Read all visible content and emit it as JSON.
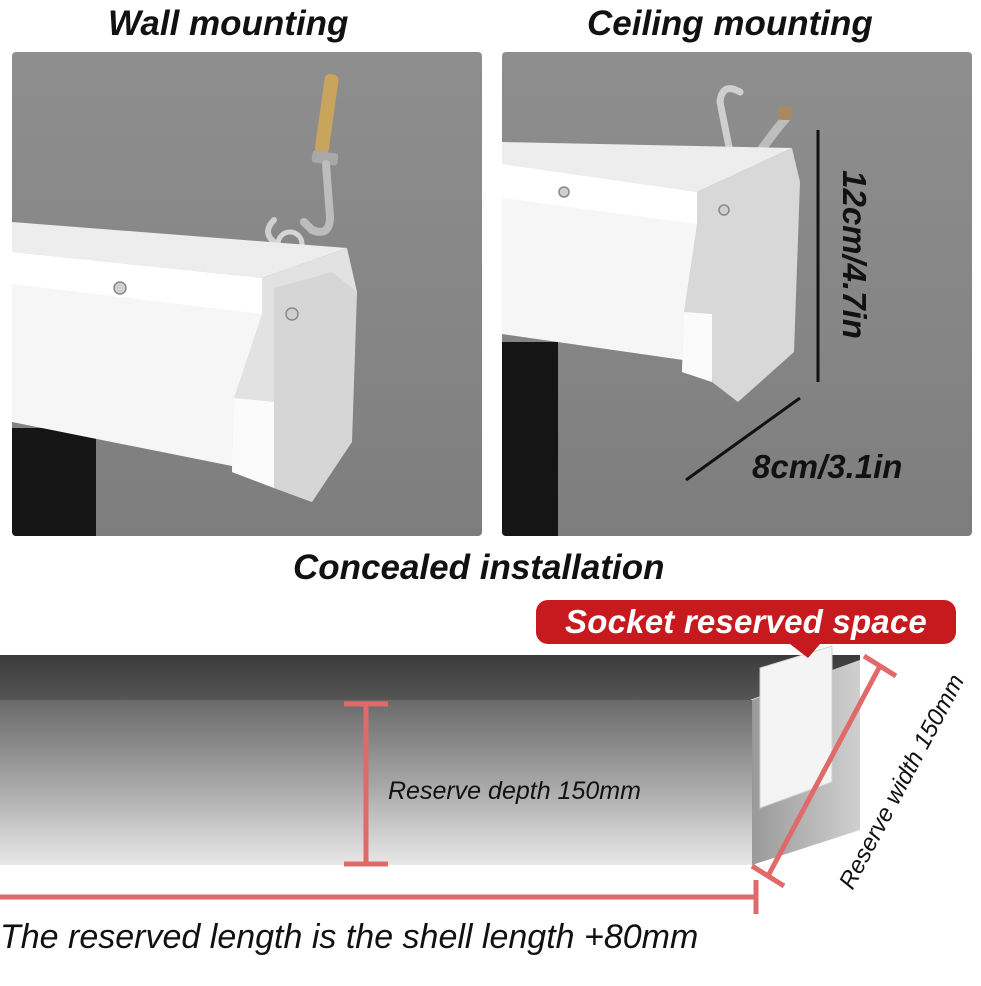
{
  "headings": {
    "wall": "Wall mounting",
    "ceiling": "Ceiling mounting",
    "concealed": "Concealed installation"
  },
  "dimensions": {
    "height": "12cm/4.7in",
    "depth": "8cm/3.1in"
  },
  "concealed": {
    "socket_badge": "Socket reserved space",
    "reserve_depth": "Reserve depth 150mm",
    "reserve_width": "Reserve width 150mm",
    "reserved_length": "The reserved length is the shell length +80mm"
  },
  "colors": {
    "badge": "#c61a1f",
    "measure_line": "#e06a6a",
    "panel_bg": "#888888"
  },
  "icons": [
    "hook-icon",
    "screw-icon",
    "wall-socket-icon"
  ]
}
